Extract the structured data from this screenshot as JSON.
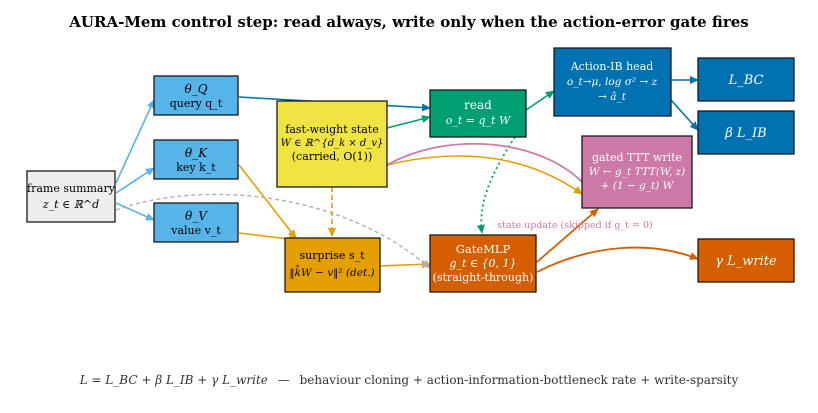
{
  "title": "AURA-Mem control step: read always, write only when the action-error gate fires",
  "colors": {
    "blue_light": "#56b4e9",
    "blue_dark": "#0072b2",
    "green": "#009e73",
    "yellow": "#f0e442",
    "orange": "#e69f00",
    "vermillion": "#d55e00",
    "pink": "#cc79a7",
    "grey_box": "#eeeeee",
    "dashed_grey": "#b0b0b0"
  },
  "nodes": {
    "frame": {
      "line1": "frame summary",
      "line2": "z_t ∈ ℝ^d"
    },
    "theta_q": {
      "line1": "θ_Q",
      "line2": "query q_t"
    },
    "theta_k": {
      "line1": "θ_K",
      "line2": "key k_t"
    },
    "theta_v": {
      "line1": "θ_V",
      "line2": "value v_t"
    },
    "fast_weight": {
      "line1": "fast-weight state",
      "line2": "W ∈ ℝ^{d_k × d_v}",
      "line3": "(carried, O(1))"
    },
    "read": {
      "line1": "read",
      "line2": "o_t = q_t W"
    },
    "action_ib": {
      "line1": "Action-IB head",
      "line2": "o_t→μ, log σ² → z",
      "line3": "→ â_t"
    },
    "l_bc": {
      "label": "L_BC"
    },
    "beta_l_ib": {
      "label": "β L_IB"
    },
    "gated_ttt": {
      "line1": "gated TTT write",
      "line2": "W ← g_t TTT(W, z)",
      "line3": "+ (1 − g_t) W"
    },
    "surprise": {
      "line1": "surprise s_t",
      "line2": "‖k̂W − v‖² (det.)"
    },
    "gate_mlp": {
      "line1": "GateMLP",
      "line2": "g_t ∈ {0, 1}",
      "line3": "(straight-through)"
    },
    "gamma_l_write": {
      "label": "γ L_write"
    }
  },
  "annotations": {
    "state_update": "state update (skipped if g_t = 0)"
  },
  "footer": {
    "formula": "L = L_BC + β L_IB + γ L_write",
    "dash": "—",
    "description": "behaviour cloning + action-information-bottleneck rate + write-sparsity"
  }
}
